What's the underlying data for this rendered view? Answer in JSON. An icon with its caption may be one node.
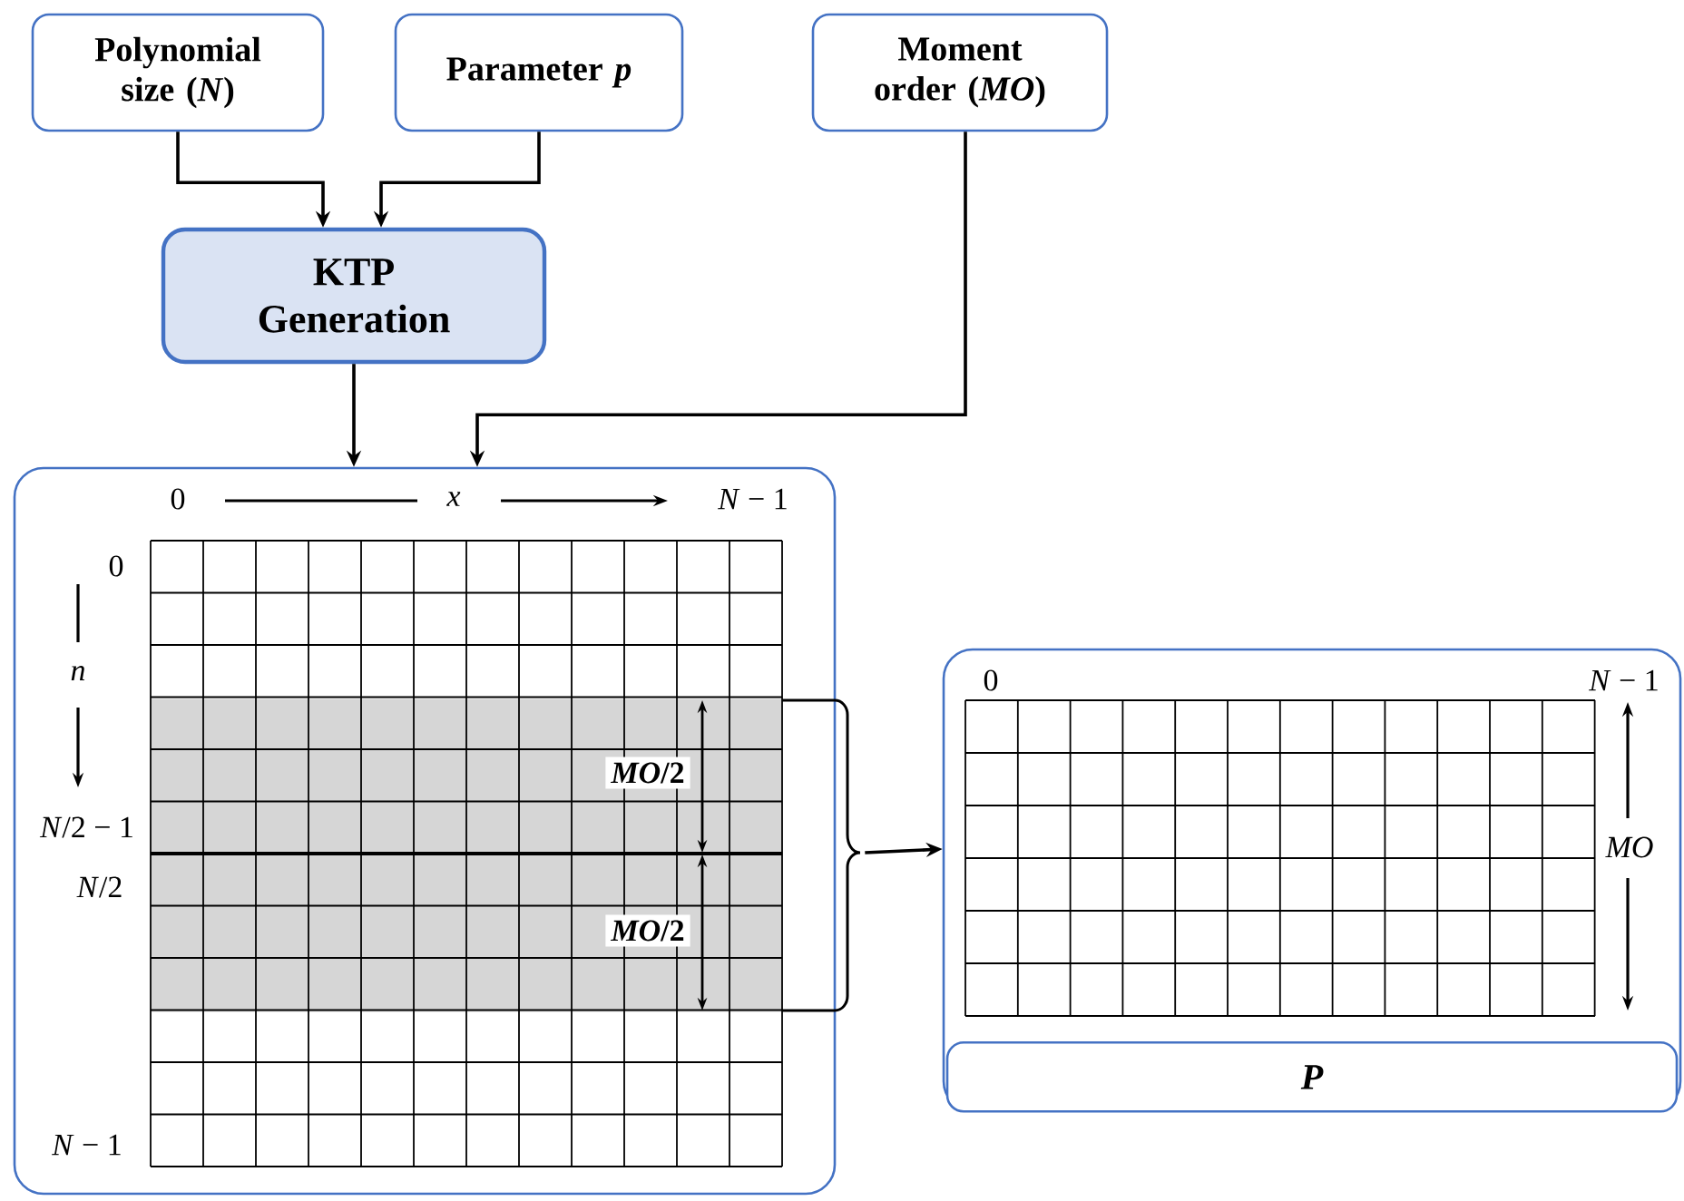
{
  "diagram": {
    "nodes": [
      {
        "text": [
          "Polynomial size (*N*)"
        ]
      },
      {
        "text": [
          "Parameter *p*"
        ]
      },
      {
        "text": [
          "Moment order (*MO*)"
        ]
      },
      {
        "text": [
          "KTP Generation"
        ]
      },
      {
        "text": [],
        "shape": "box"
      },
      {
        "text": [],
        "shape": "box"
      },
      {
        "text": [
          "P"
        ],
        "in": 5
      }
    ],
    "edges": [
      {
        "from": 0,
        "to": 3,
        "arrow": "to"
      },
      {
        "from": 1,
        "to": 3,
        "arrow": "to"
      },
      {
        "from": 3,
        "to": 4,
        "arrow": "to"
      },
      {
        "from": 2,
        "to": 4,
        "arrow": "to"
      },
      {
        "from": 4,
        "to": 5,
        "arrow": "to"
      }
    ],
    "labels": [
      "0",
      "*x*",
      "*N* − 1",
      "0",
      "*n*",
      "*N*/2 − 1",
      "*N*/2",
      "*MO*/2",
      "*MO*/2",
      "*N* − 1",
      "0",
      "*N* − 1",
      "*MO*"
    ]
  }
}
